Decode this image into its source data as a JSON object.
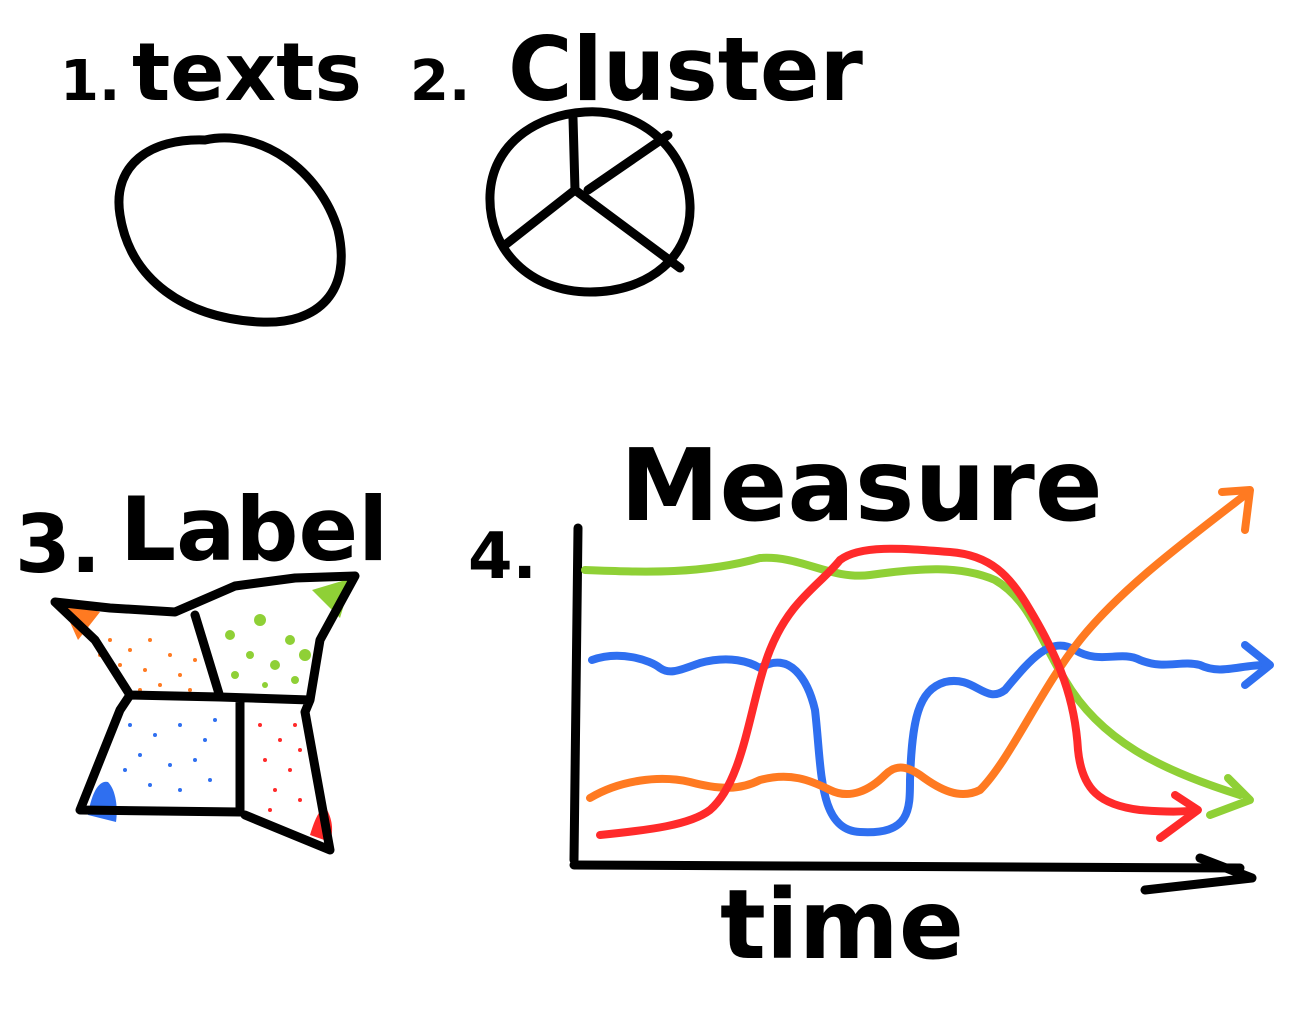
{
  "steps": [
    {
      "number": "1.",
      "label": "texts"
    },
    {
      "number": "2.",
      "label": "Cluster"
    },
    {
      "number": "3.",
      "label": "Label"
    },
    {
      "number": "4.",
      "label": "Measure"
    }
  ],
  "axis": {
    "x_label": "time"
  },
  "colors": {
    "ink": "#000000",
    "orange": "#ff7a21",
    "green": "#8fd036",
    "blue": "#2f6ff0",
    "red": "#ff2a2a"
  },
  "chart_data": {
    "type": "line",
    "title": "Measure",
    "xlabel": "time",
    "ylabel": "",
    "grid": false,
    "legend": "none",
    "series": [
      {
        "color": "green"
      },
      {
        "color": "blue"
      },
      {
        "color": "orange"
      },
      {
        "color": "red"
      }
    ]
  }
}
